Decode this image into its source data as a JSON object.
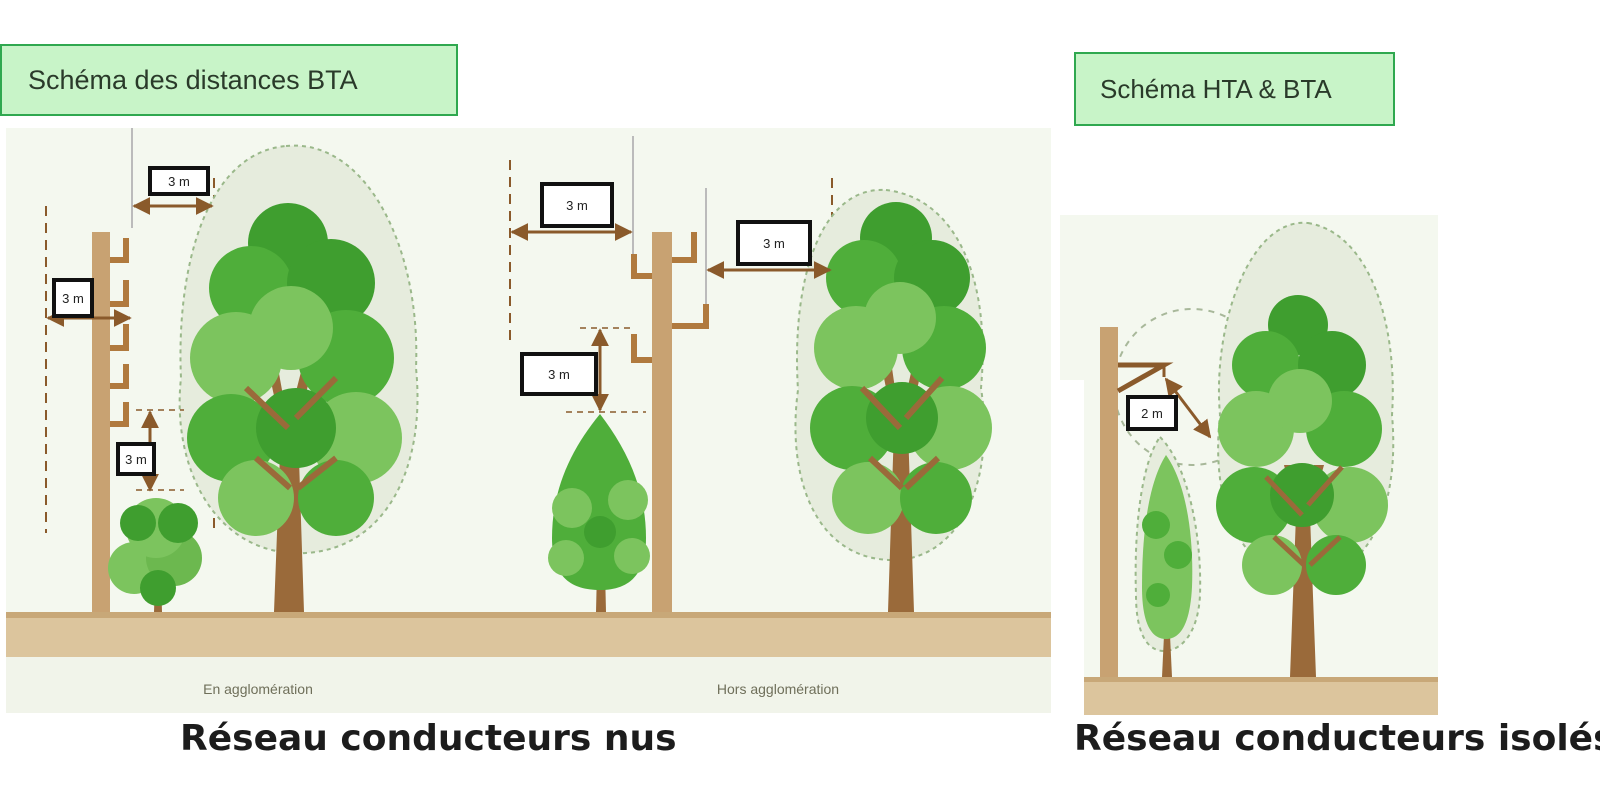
{
  "left_panel": {
    "title": "Schéma des distances BTA",
    "caption": "Réseau conducteurs nus",
    "sub_labels": {
      "en_agglomeration": "En agglomération",
      "hors_agglomeration": "Hors agglomération"
    },
    "distances": [
      "3 m",
      "3 m",
      "3 m",
      "3 m",
      "3 m",
      "3 m"
    ]
  },
  "right_panel": {
    "title": "Schéma HTA & BTA",
    "caption": "Réseau conducteurs isolés",
    "distances": [
      "2 m"
    ]
  },
  "colors": {
    "title_bg": "#c8f4c8",
    "title_border": "#2fa84f",
    "panel_bg": "#f4f8ef",
    "ground": "#dcc59d",
    "pole": "#c8a272",
    "arrow": "#8a5a2b",
    "leaf_dark": "#3f9e2f",
    "leaf_light": "#7cc45e",
    "trunk": "#9a6a3a"
  }
}
